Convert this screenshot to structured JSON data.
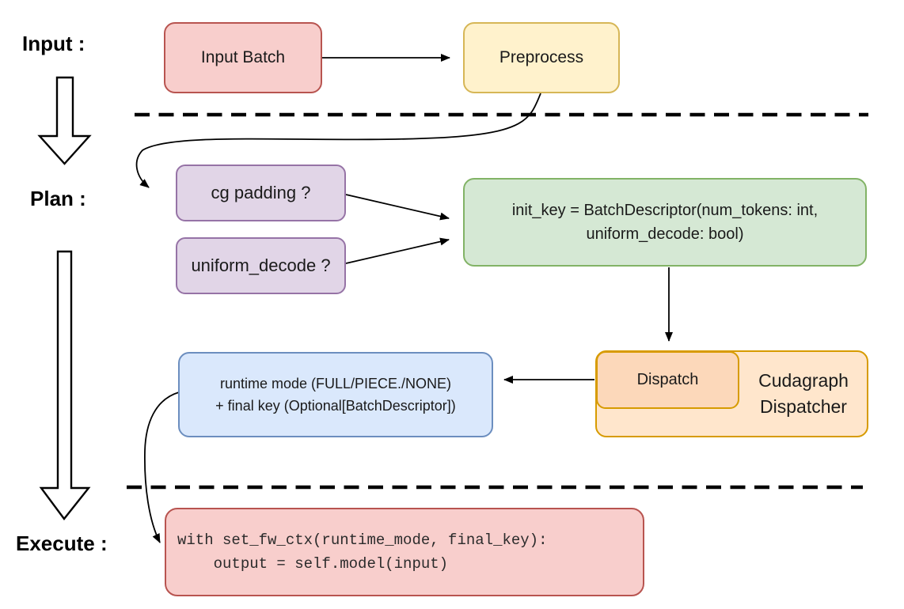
{
  "stages": {
    "input": "Input :",
    "plan": "Plan :",
    "execute": "Execute :"
  },
  "nodes": {
    "input_batch": {
      "label": "Input Batch",
      "fill": "#f8cecc",
      "stroke": "#b85450"
    },
    "preprocess": {
      "label": "Preprocess",
      "fill": "#fff2cc",
      "stroke": "#d6b656"
    },
    "cg_padding": {
      "label": "cg padding ?",
      "fill": "#e1d5e7",
      "stroke": "#9673a6"
    },
    "uniform_decode": {
      "label": "uniform_decode ?",
      "fill": "#e1d5e7",
      "stroke": "#9673a6"
    },
    "init_key": {
      "line1": "init_key = BatchDescriptor(num_tokens: int,",
      "line2": "uniform_decode: bool)",
      "fill": "#d5e8d4",
      "stroke": "#82b366"
    },
    "dispatch": {
      "label": "Dispatch",
      "fill": "#fcd8ba",
      "stroke": "#d79b00"
    },
    "cudagraph_dispatcher": {
      "line1": "Cudagraph",
      "line2": "Dispatcher",
      "fill": "#ffe6cc",
      "stroke": "#d79b00"
    },
    "runtime_mode": {
      "line1": "runtime mode (FULL/PIECE./NONE)",
      "line2": "+ final key (Optional[BatchDescriptor])",
      "fill": "#dae8fc",
      "stroke": "#6c8ebf"
    },
    "execute_code": {
      "line1": "with set_fw_ctx(runtime_mode, final_key):",
      "line2": "    output = self.model(input)",
      "fill": "#f8cecc",
      "stroke": "#b85450"
    }
  },
  "colors": {
    "connector": "#000000",
    "text": "#1a1a1a"
  }
}
